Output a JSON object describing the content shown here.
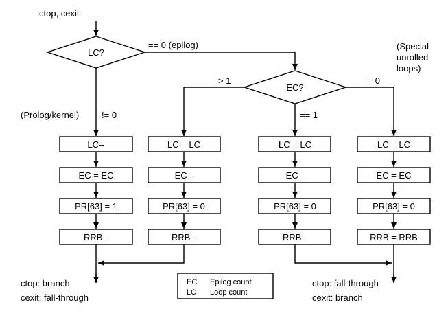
{
  "entry_label": "ctop, cexit",
  "decisions": {
    "lc": {
      "label": "LC?"
    },
    "ec": {
      "label": "EC?"
    }
  },
  "branch_labels": {
    "lc_zero": "== 0 (epilog)",
    "lc_nonzero": "!= 0",
    "prolog_kernel": "(Prolog/kernel)",
    "ec_gt1": "> 1",
    "ec_eq1": "== 1",
    "ec_zero": "== 0",
    "special": [
      "(Special",
      "unrolled",
      "loops)"
    ]
  },
  "columns": [
    {
      "steps": [
        "LC--",
        "EC = EC",
        "PR[63] = 1",
        "RRB--"
      ]
    },
    {
      "steps": [
        "LC = LC",
        "EC--",
        "PR[63] = 0",
        "RRB--"
      ]
    },
    {
      "steps": [
        "LC = LC",
        "EC--",
        "PR[63] = 0",
        "RRB--"
      ]
    },
    {
      "steps": [
        "LC = LC",
        "EC = EC",
        "PR[63] = 0",
        "RRB = RRB"
      ]
    }
  ],
  "outcomes": {
    "left": {
      "line1": "ctop: branch",
      "line2": "cexit: fall-through"
    },
    "right": {
      "line1": "ctop: fall-through",
      "line2": "cexit: branch"
    }
  },
  "legend": [
    {
      "abbr": "EC",
      "text": "Epilog count"
    },
    {
      "abbr": "LC",
      "text": "Loop count"
    }
  ]
}
